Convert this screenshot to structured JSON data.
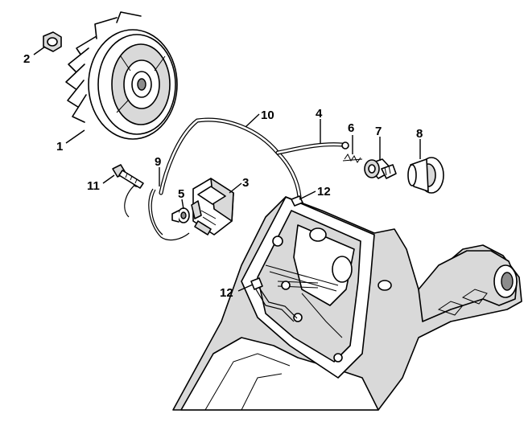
{
  "callouts": [
    {
      "id": "1",
      "label": "1"
    },
    {
      "id": "2",
      "label": "2"
    },
    {
      "id": "3",
      "label": "3"
    },
    {
      "id": "4",
      "label": "4"
    },
    {
      "id": "5",
      "label": "5"
    },
    {
      "id": "6",
      "label": "6"
    },
    {
      "id": "7",
      "label": "7"
    },
    {
      "id": "8",
      "label": "8"
    },
    {
      "id": "9",
      "label": "9"
    },
    {
      "id": "10",
      "label": "10"
    },
    {
      "id": "11",
      "label": "11"
    },
    {
      "id": "12a",
      "label": "12"
    },
    {
      "id": "12b",
      "label": "12"
    }
  ],
  "colors": {
    "line": "#000000",
    "housing_fill": "#d9d9d9",
    "background": "#ffffff"
  }
}
